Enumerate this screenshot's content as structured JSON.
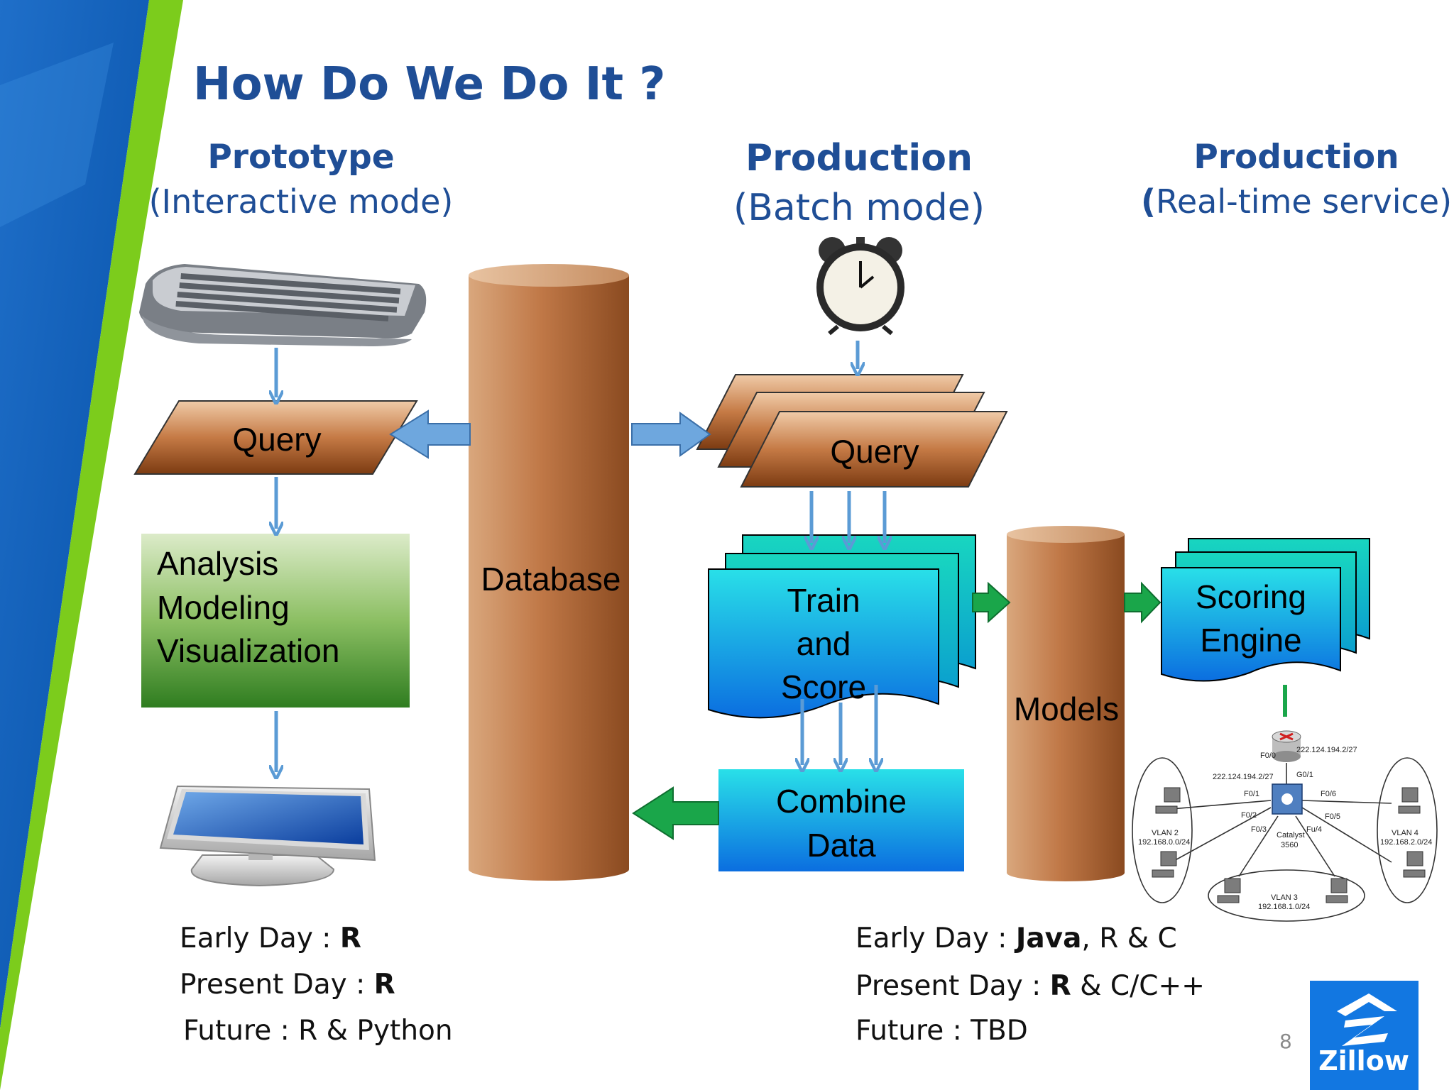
{
  "title": "How Do We Do It ?",
  "columns": {
    "prototype": {
      "heading": "Prototype",
      "sub": "(Interactive mode)"
    },
    "batch": {
      "heading": "Production",
      "sub": "(Batch mode)"
    },
    "realtime": {
      "heading": "Production",
      "sub_open": "(",
      "sub_rest": "Real-time service)"
    }
  },
  "nodes": {
    "query_left": "Query",
    "analysis_lines": [
      "Analysis",
      "Modeling",
      "Visualization"
    ],
    "database": "Database",
    "query_batch": "Query",
    "train_lines": [
      "Train",
      "and",
      "Score"
    ],
    "combine_lines": [
      "Combine",
      "Data"
    ],
    "models": "Models",
    "scoring_lines": [
      "Scoring",
      "Engine"
    ]
  },
  "network": {
    "labels": [
      "F0/0",
      "222.124.194.2/27",
      "222.124.194.2/27",
      "G0/1",
      "F0/1",
      "F0/6",
      "F0/2",
      "F0/5",
      "F0/3",
      "Fu/4",
      "Catalyst",
      "3560",
      "VLAN 2",
      "192.168.0.0/24",
      "VLAN 4",
      "192.168.2.0/24",
      "VLAN 3",
      "192.168.1.0/24"
    ]
  },
  "footer_left": {
    "early_label": "Early Day : ",
    "early_value": "R",
    "present_label": "Present Day : ",
    "present_value": "R",
    "future_label": "Future : R & Python"
  },
  "footer_right": {
    "early_label": "Early Day : ",
    "early_bold": "Java",
    "early_rest": ", R & C",
    "present_label": "Present Day : ",
    "present_bold": "R",
    "present_rest": " & C/C++",
    "future_label": "Future : TBD"
  },
  "page_number": "8",
  "logo_text": "Zillow",
  "colors": {
    "title": "#1f4e96",
    "arrow_blue": "#5b9bd5",
    "arrow_green": "#1aa64a",
    "zillow": "#1277e1",
    "green_stripe": "#7ccc1c"
  }
}
